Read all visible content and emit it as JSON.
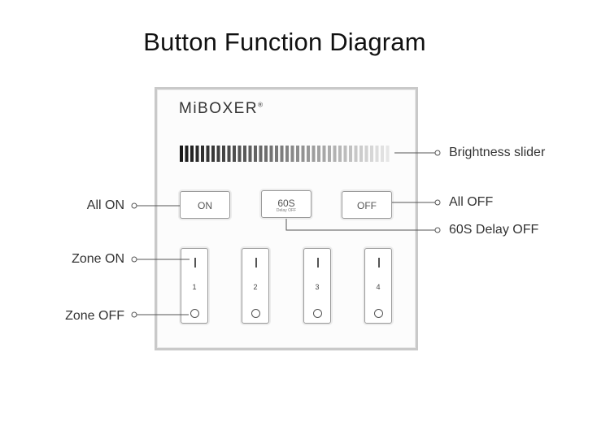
{
  "title": "Button Function Diagram",
  "panel": {
    "brand": "MiBOXER",
    "brand_mark": "®",
    "buttons": {
      "on": "ON",
      "delay": "60S",
      "delay_sub": "Delay OFF",
      "off": "OFF"
    },
    "zones": [
      "1",
      "2",
      "3",
      "4"
    ]
  },
  "labels": {
    "brightness_slider": "Brightness slider",
    "all_on": "All ON",
    "all_off": "All OFF",
    "delay_off": "60S Delay OFF",
    "zone_on": "Zone ON",
    "zone_off": "Zone OFF"
  },
  "colors": {
    "slider_dark": "#1a1a1a",
    "slider_light": "#e6e6e6",
    "callout_line": "#555555",
    "panel_border": "#c9c9c9"
  }
}
